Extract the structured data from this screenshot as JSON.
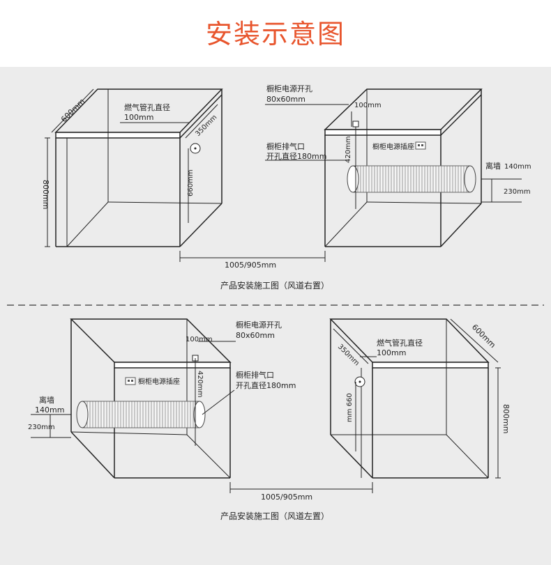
{
  "title": "安装示意图",
  "top": {
    "width_label": "600mm",
    "height_label": "800mm",
    "gas_title": "燃气管孔直径",
    "gas_value": "100mm",
    "dist_350": "350mm",
    "dist_660": "660mm",
    "power_title": "橱柜电源开孔",
    "power_value": "80x60mm",
    "dist_100": "100mm",
    "dist_420": "420mm",
    "exhaust_title": "橱柜排气口",
    "exhaust_value": "开孔直径180mm",
    "socket_label": "橱柜电源插座",
    "wall_label": "离墙",
    "wall_value": "140mm",
    "dim_230": "230mm",
    "width_bottom": "1005/905mm",
    "caption": "产品安装施工图（风道右置）"
  },
  "bottom": {
    "power_title": "橱柜电源开孔",
    "power_value": "80x60mm",
    "dist_100": "100mm",
    "dist_420": "420mm",
    "exhaust_title": "橱柜排气口",
    "exhaust_value": "开孔直径180mm",
    "socket_label": "橱柜电源插座",
    "wall_label": "离墙",
    "wall_value": "140mm",
    "dim_230": "230mm",
    "gas_title": "燃气管孔直径",
    "gas_value": "100mm",
    "dist_350": "350mm",
    "dist_660": "mm 660",
    "width_label": "600mm",
    "height_label": "800mm",
    "width_bottom": "1005/905mm",
    "caption": "产品安装施工图（风道左置）"
  },
  "colors": {
    "title": "#e8552d",
    "background": "#ececec",
    "line": "#222222"
  }
}
